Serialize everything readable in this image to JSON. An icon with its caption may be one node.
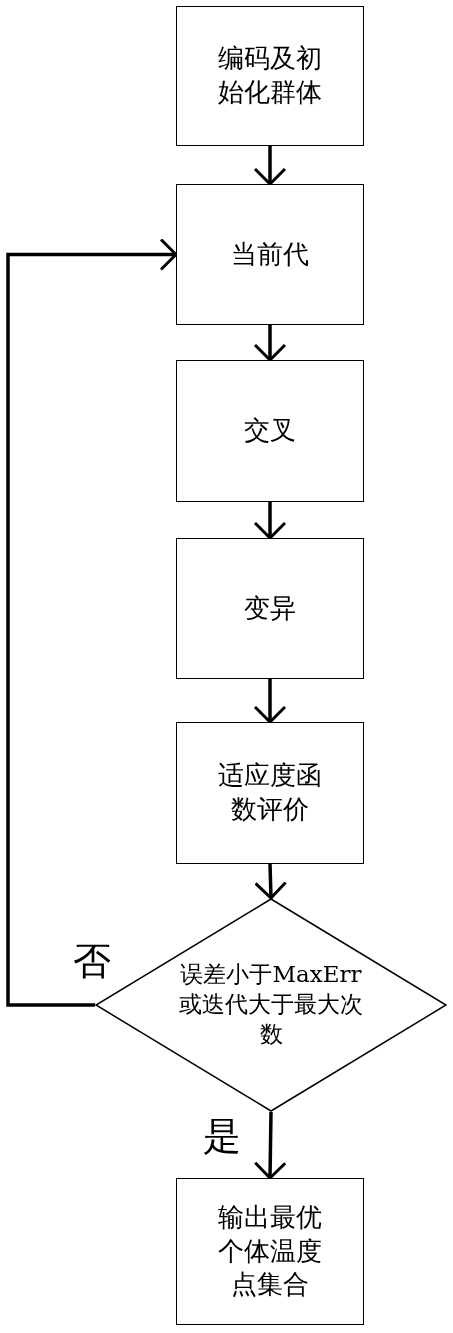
{
  "diagram": {
    "nodes": [
      {
        "text": [
          "编码及初始化群体"
        ]
      },
      {
        "text": [
          "当前代"
        ]
      },
      {
        "text": [
          "交叉"
        ]
      },
      {
        "text": [
          "变异"
        ]
      },
      {
        "text": [
          "适应度函数评价"
        ]
      },
      {
        "text": [
          "误差小于MaxErr或迭代大于最大次数"
        ]
      },
      {
        "text": [
          "输出最优个体温度点集合"
        ]
      }
    ],
    "edges": [
      {
        "from": 0,
        "to": 1,
        "arrow": "to"
      },
      {
        "from": 1,
        "to": 2,
        "arrow": "to"
      },
      {
        "from": 2,
        "to": 3,
        "arrow": "to"
      },
      {
        "from": 3,
        "to": 4,
        "arrow": "to"
      },
      {
        "from": 4,
        "to": 5,
        "arrow": "to"
      },
      {
        "from": 5,
        "to": 1,
        "arrow": "to",
        "label": "否"
      },
      {
        "from": 5,
        "to": 6,
        "arrow": "to",
        "label": "是"
      }
    ]
  }
}
